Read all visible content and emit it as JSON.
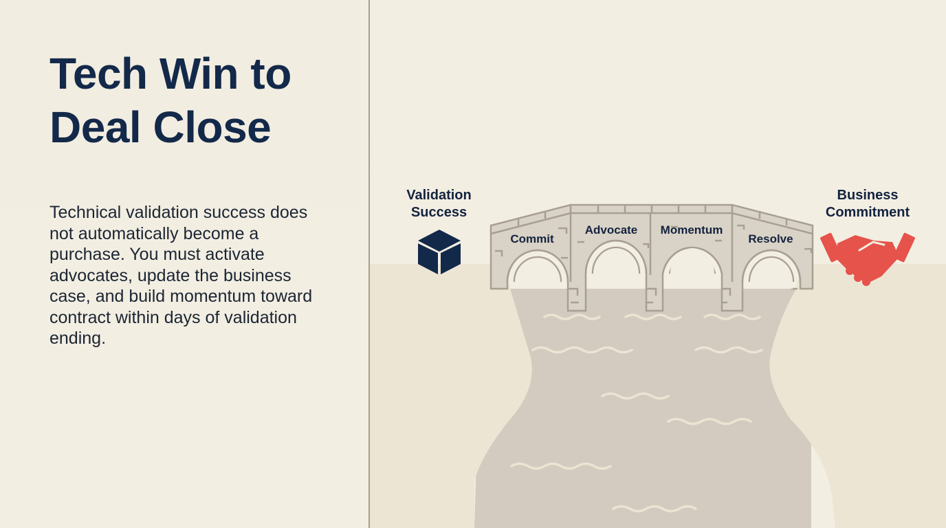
{
  "slide": {
    "title_line1": "Tech Win to",
    "title_line2": "Deal Close",
    "body": "Technical validation success does not automatically become a purchase. You must activate advocates, update the business case, and build momentum toward contract within days of validation ending."
  },
  "diagram": {
    "left_endpoint": {
      "label_line1": "Validation",
      "label_line2": "Success",
      "icon": "cube-icon",
      "color": "#13294a"
    },
    "right_endpoint": {
      "label_line1": "Business",
      "label_line2": "Commitment",
      "icon": "handshake-icon",
      "color": "#e5534b"
    },
    "bridge_sections": [
      {
        "label": "Commit"
      },
      {
        "label": "Advocate"
      },
      {
        "label": "Momentum"
      },
      {
        "label": "Resolve"
      }
    ],
    "colors": {
      "background": "#f3eee2",
      "land": "#ede5d4",
      "water": "#d3cbbf",
      "stone": "#d9d2c6",
      "stone_line": "#a89f92",
      "text": "#13233f"
    }
  }
}
